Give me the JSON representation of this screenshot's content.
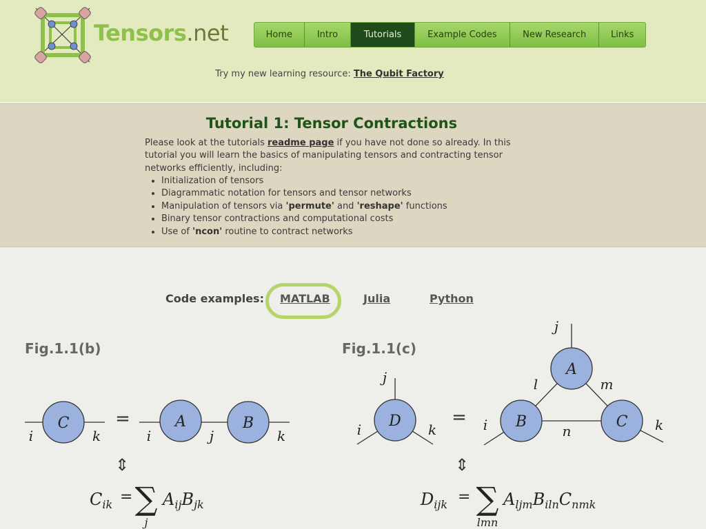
{
  "header": {
    "brand_main": "Tensors",
    "brand_dot": ".net",
    "nav": [
      {
        "label": "Home",
        "active": false
      },
      {
        "label": "Intro",
        "active": false
      },
      {
        "label": "Tutorials",
        "active": true
      },
      {
        "label": "Example Codes",
        "active": false
      },
      {
        "label": "New Research",
        "active": false
      },
      {
        "label": "Links",
        "active": false
      }
    ],
    "promo_text": "Try my new learning resource:",
    "promo_link": "The Qubit Factory"
  },
  "intro": {
    "title": "Tutorial 1: Tensor Contractions",
    "para_before": "Please look at the tutorials",
    "para_link": "readme page",
    "para_after": "if you have not done so already. In this tutorial you will learn the basics of manipulating tensors and contracting tensor networks efficiently, including:",
    "bullets": [
      {
        "text": "Initialization of tensors"
      },
      {
        "text": "Diagrammatic notation for tensors and tensor networks"
      },
      {
        "pre": "Manipulation of tensors via ",
        "b1": "'permute'",
        "mid": " and ",
        "b2": "'reshape'",
        "post": " functions"
      },
      {
        "text": "Binary tensor contractions and computational costs"
      },
      {
        "pre": "Use of ",
        "b1": "'ncon'",
        "post": " routine to contract networks"
      }
    ]
  },
  "code_examples": {
    "label": "Code examples:",
    "links": [
      "MATLAB",
      "Julia",
      "Python"
    ]
  },
  "figures": {
    "fig_b": {
      "label": "Fig.1.1(b)",
      "tensors": [
        "C",
        "A",
        "B"
      ],
      "indices": [
        "i",
        "k",
        "i",
        "j",
        "k"
      ],
      "equiv": "⇕",
      "formula": {
        "lhs": "C",
        "lhs_sub": "ik",
        "sum_sub": "j",
        "f1": "A",
        "f1_sub": "ij",
        "f2": "B",
        "f2_sub": "jk"
      }
    },
    "fig_c": {
      "label": "Fig.1.1(c)",
      "tensors": [
        "D",
        "A",
        "B",
        "C"
      ],
      "indices": [
        "j",
        "i",
        "k",
        "j",
        "l",
        "m",
        "i",
        "n",
        "k"
      ],
      "equiv": "⇕",
      "formula": {
        "lhs": "D",
        "lhs_sub": "ijk",
        "sum_sub": "lmn",
        "f1": "A",
        "f1_sub": "ljm",
        "f2": "B",
        "f2_sub": "iln",
        "f3": "C",
        "f3_sub": "nmk"
      }
    },
    "equals": "="
  },
  "colors": {
    "node_fill": "#9ab2dd",
    "node_stroke": "#333333",
    "nav_active": "#1f4a1c",
    "brand_green": "#8fc04a",
    "header_bg": "#e3eac0",
    "intro_bg": "#ddd6c1"
  }
}
